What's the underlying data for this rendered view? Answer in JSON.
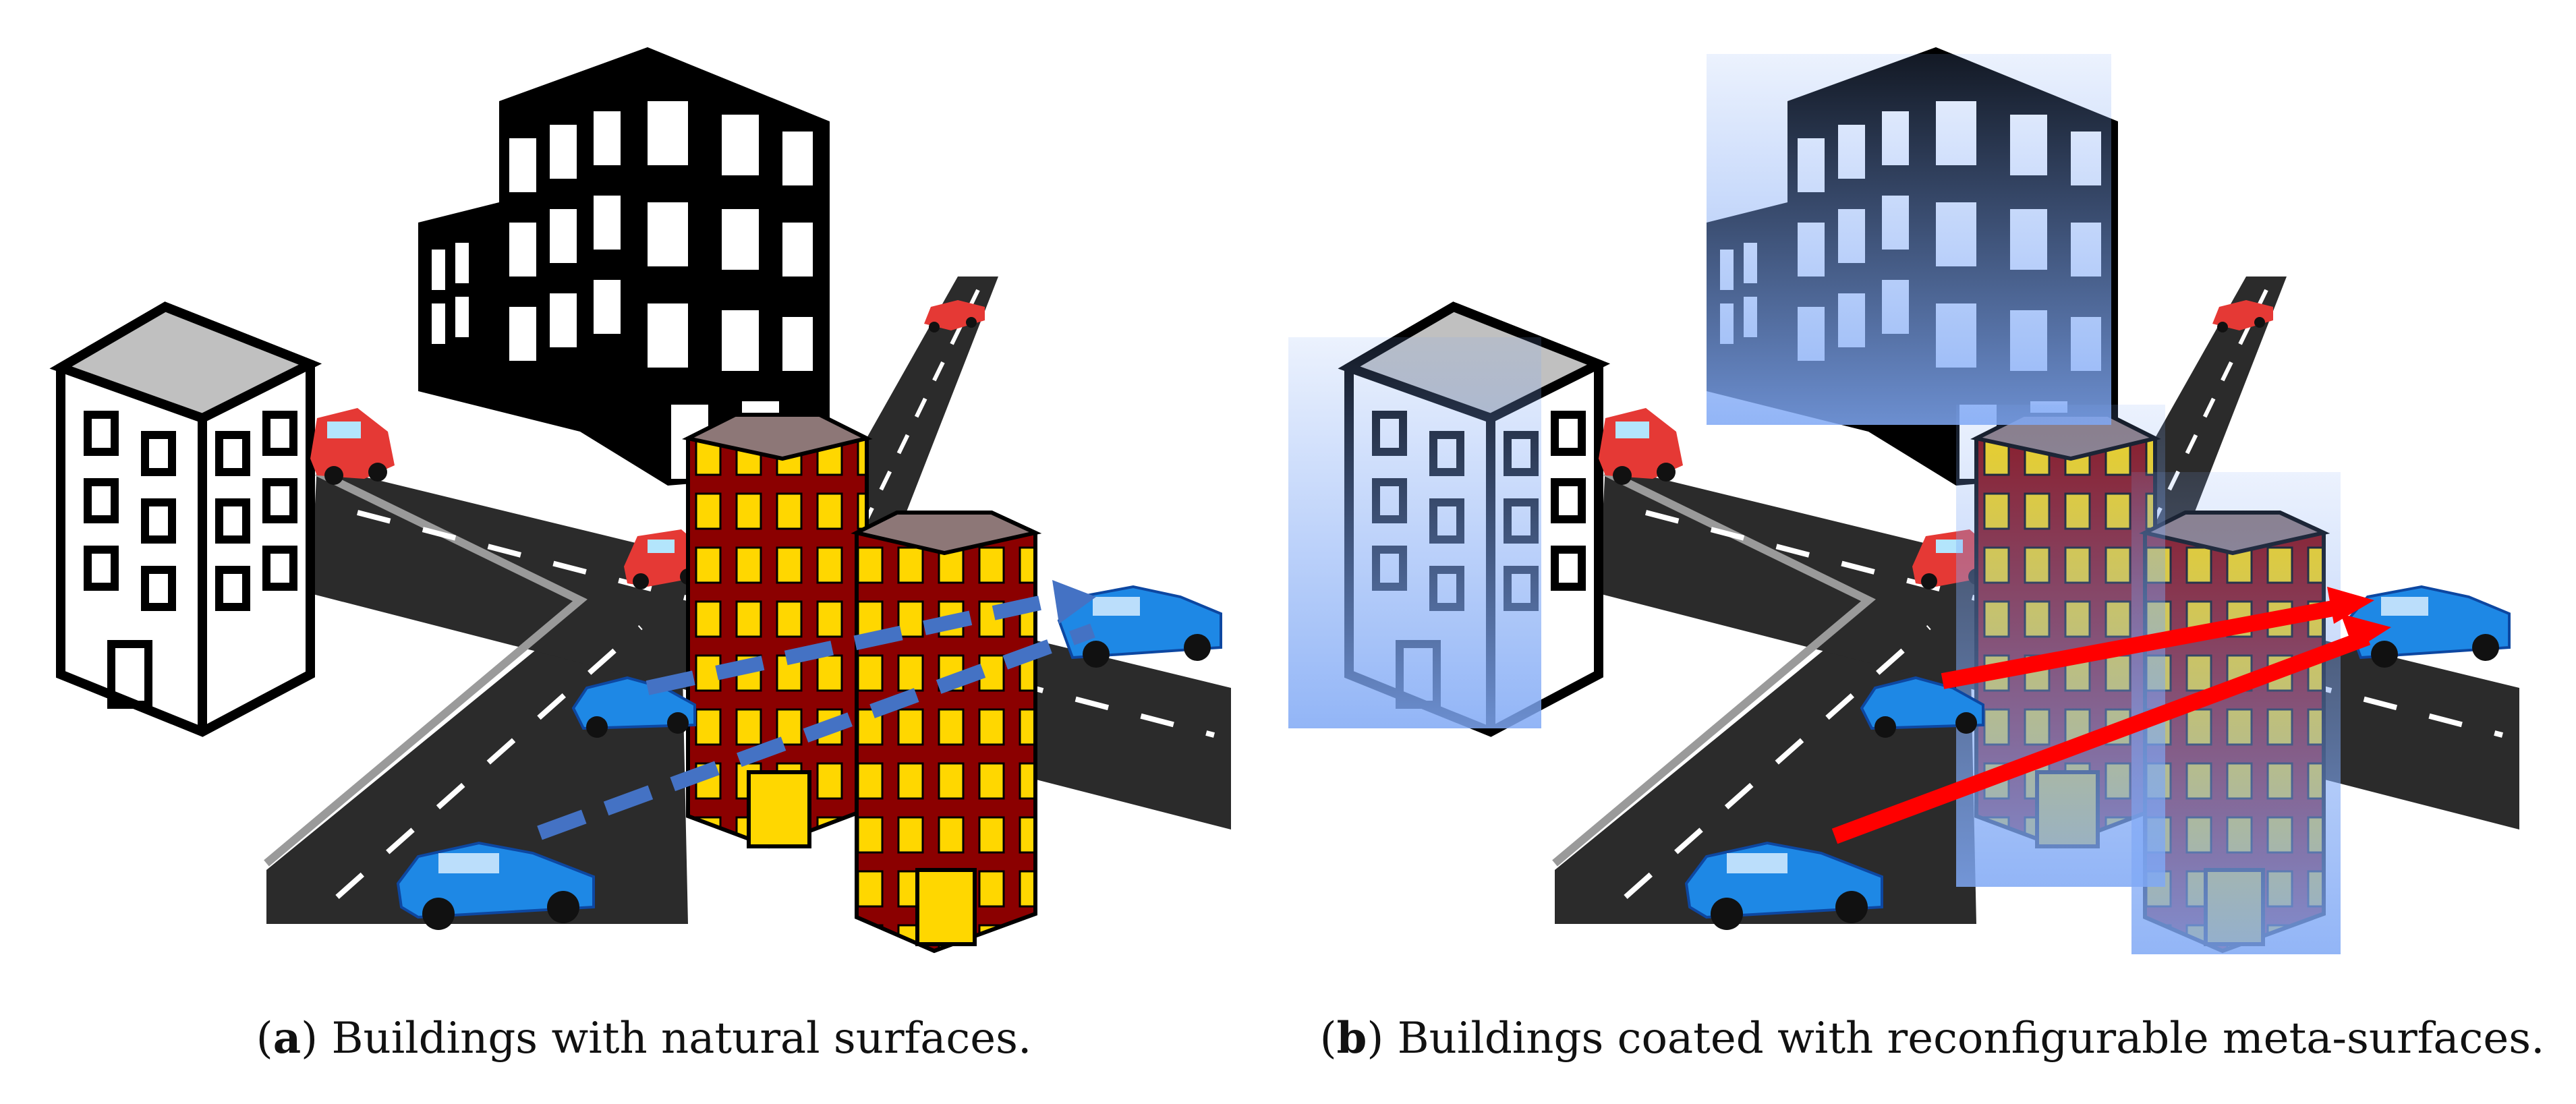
{
  "figure": {
    "panels": [
      {
        "id": "a",
        "label_letter": "a",
        "caption_text": "Buildings with natural surfaces.",
        "link_style": "dashed",
        "link_color": "#4472c4",
        "coated": false
      },
      {
        "id": "b",
        "label_letter": "b",
        "caption_text": "Buildings coated with reconfigurable meta-surfaces.",
        "link_style": "solid",
        "link_color": "#ff0000",
        "coated": true
      }
    ],
    "colors": {
      "road": "#2b2b2b",
      "road_edge": "#9a9a9a",
      "lane_mark": "#ffffff",
      "car_blue": "#1e88e5",
      "car_red": "#e53935",
      "brick": "#8b0000",
      "window_yellow": "#ffd700",
      "roof_gray": "#c0c0c0",
      "coating_blue": "#7fa8f5"
    }
  }
}
